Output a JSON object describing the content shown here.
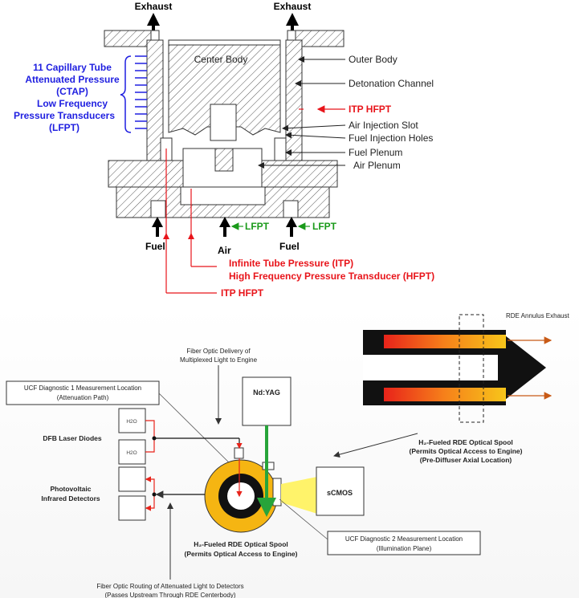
{
  "top": {
    "exhaust_left": "Exhaust",
    "exhaust_right": "Exhaust",
    "ctap_lines": [
      "11 Capillary Tube",
      "Attenuated Pressure",
      "(CTAP)",
      "Low Frequency",
      "Pressure Transducers",
      "(LFPT)"
    ],
    "center_body": "Center Body",
    "outer_body": "Outer Body",
    "detonation_channel": "Detonation Channel",
    "itp_hfpt_right": "ITP HFPT",
    "air_injection_slot": "Air Injection Slot",
    "fuel_injection_holes": "Fuel Injection Holes",
    "fuel_plenum": "Fuel Plenum",
    "air_plenum": "Air Plenum",
    "lfpt_left": "LFPT",
    "lfpt_right": "LFPT",
    "fuel_left": "Fuel",
    "air": "Air",
    "fuel_right": "Fuel",
    "itp_line1": "Infinite Tube Pressure (ITP)",
    "itp_line2": "High Frequency Pressure  Transducer (HFPT)",
    "itp_hfpt_bottom": "ITP HFPT",
    "colors": {
      "blue": "#1f1fe0",
      "red": "#e8141a",
      "green": "#1a9a1a"
    }
  },
  "bottom": {
    "rde_annulus_exhaust": "RDE Annulus Exhaust",
    "fiber_delivery": [
      "Fiber Optic Delivery of",
      "Multiplexed Light to Engine"
    ],
    "ucf1": [
      "UCF Diagnostic 1 Measurement Location",
      "(Attenuation Path)"
    ],
    "ndyag": "Nd:YAG",
    "dfb": "DFB Laser Diodes",
    "h2o_1": "H2O",
    "h2o_2": "H2O",
    "pv": [
      "Photovoltaic",
      "Infrared Detectors"
    ],
    "scmos": "sCMOS",
    "spool_right": [
      "H₂-Fueled RDE Optical Spool",
      "(Permits Optical Access to Engine)",
      "(Pre-Diffuser Axial Location)"
    ],
    "spool_bottom": [
      "H₂-Fueled RDE Optical Spool",
      "(Permits Optical Access to Engine)"
    ],
    "ucf2": [
      "UCF Diagnostic 2 Measurement Location",
      "(Illumination Plane)"
    ],
    "fiber_routing": [
      "Fiber Optic Routing of Attenuated Light to Detectors",
      "(Passes Upstream Through RDE Centerbody)"
    ],
    "colors": {
      "orange": "#f5b512",
      "hot": "#e8231a",
      "green": "#27a43a",
      "beam": "#fff36a",
      "arrow": "#c85a16"
    }
  }
}
